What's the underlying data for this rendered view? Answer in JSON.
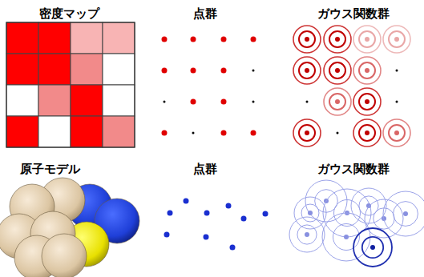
{
  "diagram": {
    "labels": [
      "密度マップ",
      "点群",
      "ガウス関数群",
      "原子モデル",
      "点群",
      "ガウス関数群"
    ]
  }
}
